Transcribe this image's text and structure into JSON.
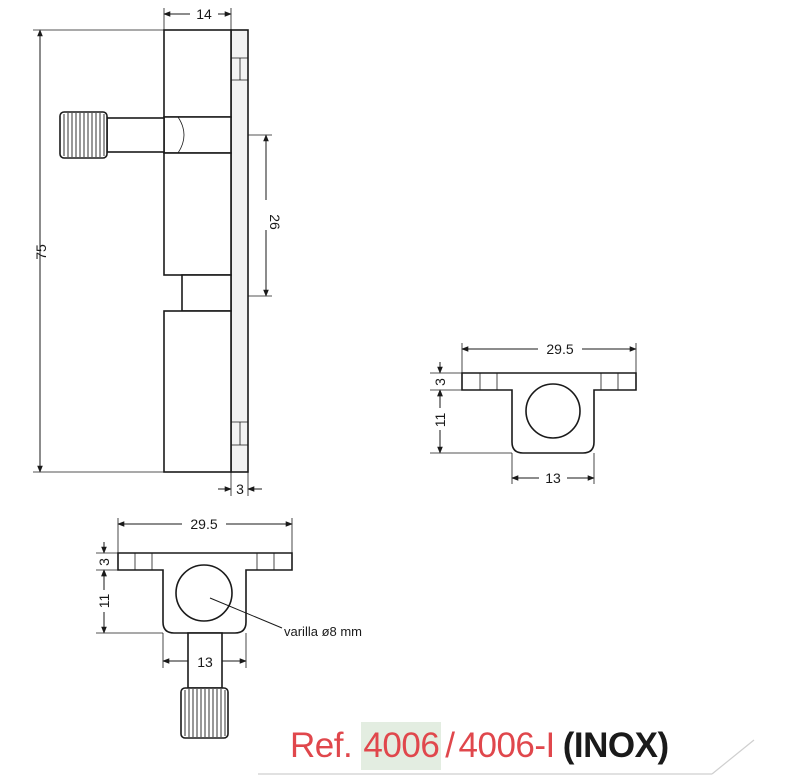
{
  "colors": {
    "ref_red": "#e0474c",
    "ref_black": "#1a1a1a",
    "highlight": "#e3ede1",
    "line": "#1a1a1a"
  },
  "dimensions": {
    "side_height": "75",
    "side_width": "14",
    "side_base": "3",
    "side_spacing": "26",
    "top_width": "29.5",
    "top_flange": "3",
    "top_height": "11",
    "top_inner": "13",
    "bottom_width": "29.5",
    "bottom_flange": "3",
    "bottom_height": "11",
    "bottom_inner": "13"
  },
  "callout": {
    "rod": "varilla ø8 mm"
  },
  "reference": {
    "prefix": "Ref. ",
    "code_1": "4006",
    "separator": "/",
    "code_2": "4006-I",
    "material": "(INOX)"
  }
}
